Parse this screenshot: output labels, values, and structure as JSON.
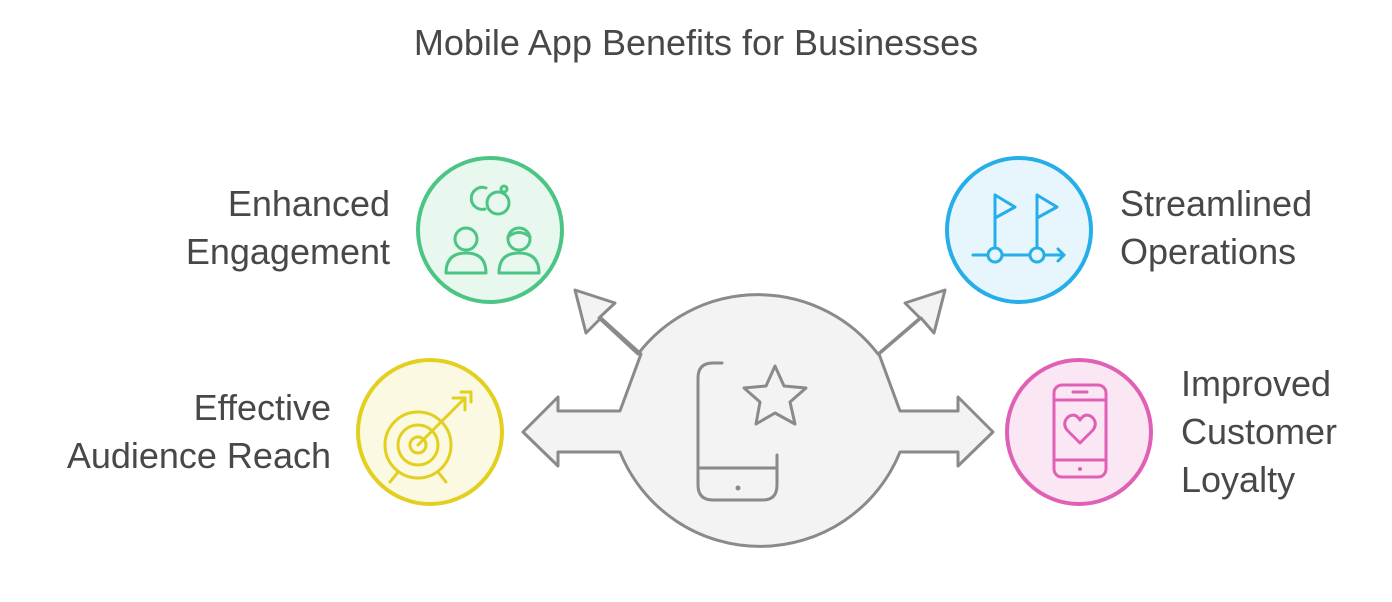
{
  "title": "Mobile App Benefits for Businesses",
  "center": {
    "icon": "smartphone-star-icon"
  },
  "benefits": [
    {
      "id": "engagement",
      "lines": [
        "Enhanced",
        "Engagement"
      ],
      "icon": "people-rings-icon",
      "color": "#4cc584",
      "fill": "#e9f8ef"
    },
    {
      "id": "operations",
      "lines": [
        "Streamlined",
        "Operations"
      ],
      "icon": "flags-path-icon",
      "color": "#26aee8",
      "fill": "#e7f5fc"
    },
    {
      "id": "reach",
      "lines": [
        "Effective",
        "Audience Reach"
      ],
      "icon": "target-arrow-icon",
      "color": "#e3cf1f",
      "fill": "#fbf9e2"
    },
    {
      "id": "loyalty",
      "lines": [
        "Improved",
        "Customer",
        "Loyalty"
      ],
      "icon": "phone-heart-icon",
      "color": "#e060b5",
      "fill": "#fbe6f4"
    }
  ],
  "colors": {
    "hub_fill": "#f3f3f3",
    "hub_stroke": "#8a8a8a",
    "text": "#484848"
  }
}
